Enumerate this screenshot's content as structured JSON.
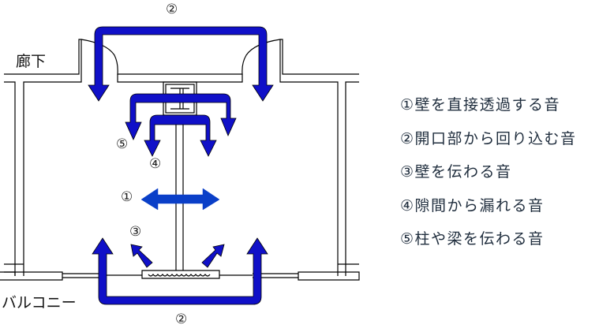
{
  "labels": {
    "corridor": "廊下",
    "balcony": "バルコニー"
  },
  "path_markers": {
    "top_2": "②",
    "bottom_2": "②",
    "m1": "①",
    "m3": "③",
    "m4": "④",
    "m5": "⑤"
  },
  "legend": {
    "items": [
      {
        "marker": "①",
        "text": "壁を直接透過する音"
      },
      {
        "marker": "②",
        "text": "開口部から回り込む音"
      },
      {
        "marker": "③",
        "text": "壁を伝わる音"
      },
      {
        "marker": "④",
        "text": "隙間から漏れる音"
      },
      {
        "marker": "⑤",
        "text": "柱や梁を伝わる音"
      }
    ]
  },
  "colors": {
    "arrow_navy": "#1010c8",
    "arrow_blue": "#0a3fc8",
    "line": "#000000",
    "legend_text": "#1f2d3d"
  }
}
